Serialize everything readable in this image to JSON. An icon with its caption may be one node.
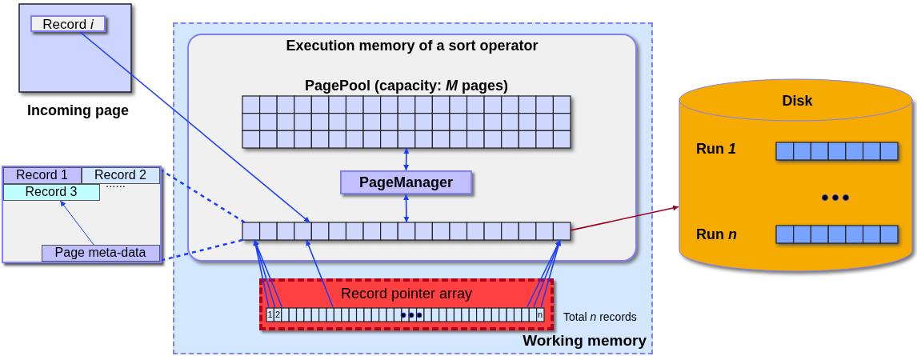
{
  "diagram": {
    "nodes": [
      {
        "text": [
          "Working memory"
        ]
      },
      {
        "text": [
          "Execution memory of a sort operator"
        ],
        "in": 0
      },
      {
        "text": [
          "PagePool (capacity: *M* pages)"
        ],
        "in": 1
      },
      {
        "text": [
          "PageManager"
        ],
        "in": 1
      },
      {
        "text": [],
        "shape": "bar",
        "in": 1
      },
      {
        "text": [
          "Record pointer array",
          "1",
          "2",
          "n"
        ],
        "beside": [
          "Total *n* records"
        ],
        "in": 0
      },
      {
        "text": [
          "Incoming page"
        ]
      },
      {
        "text": [
          "Record *i*"
        ],
        "in": 6
      },
      {
        "text": [
          "......"
        ]
      },
      {
        "text": [
          "Record 1"
        ],
        "in": 8
      },
      {
        "text": [
          "Record 2"
        ],
        "in": 8
      },
      {
        "text": [
          "Record 3"
        ],
        "in": 8
      },
      {
        "text": [
          "Page meta-data"
        ],
        "in": 8
      },
      {
        "text": [
          "Disk",
          "Run *1*",
          "Run *n*"
        ]
      }
    ],
    "edges": [
      {
        "from": 7,
        "to": 4,
        "arrow": "to"
      },
      {
        "from": 2,
        "to": 3,
        "arrow": "both"
      },
      {
        "from": 3,
        "to": 4,
        "arrow": "both"
      },
      {
        "from": 4,
        "to": 13,
        "arrow": "to",
        "color": "#a00020"
      },
      {
        "from": 12,
        "to": 11,
        "arrow": "to"
      },
      {
        "from": 5,
        "to": 4,
        "arrow": "to"
      },
      {
        "from": 5,
        "to": 4,
        "arrow": "to"
      },
      {
        "from": 5,
        "to": 4,
        "arrow": "to"
      },
      {
        "from": 5,
        "to": 4,
        "arrow": "to"
      },
      {
        "from": 5,
        "to": 4,
        "arrow": "to"
      },
      {
        "from": 5,
        "to": 4,
        "arrow": "to"
      },
      {
        "from": 5,
        "to": 4,
        "arrow": "to"
      },
      {
        "from": 4,
        "to": 8,
        "arrow": "none",
        "style": "dashed"
      },
      {
        "from": 4,
        "to": 8,
        "arrow": "none",
        "style": "dashed"
      }
    ]
  }
}
